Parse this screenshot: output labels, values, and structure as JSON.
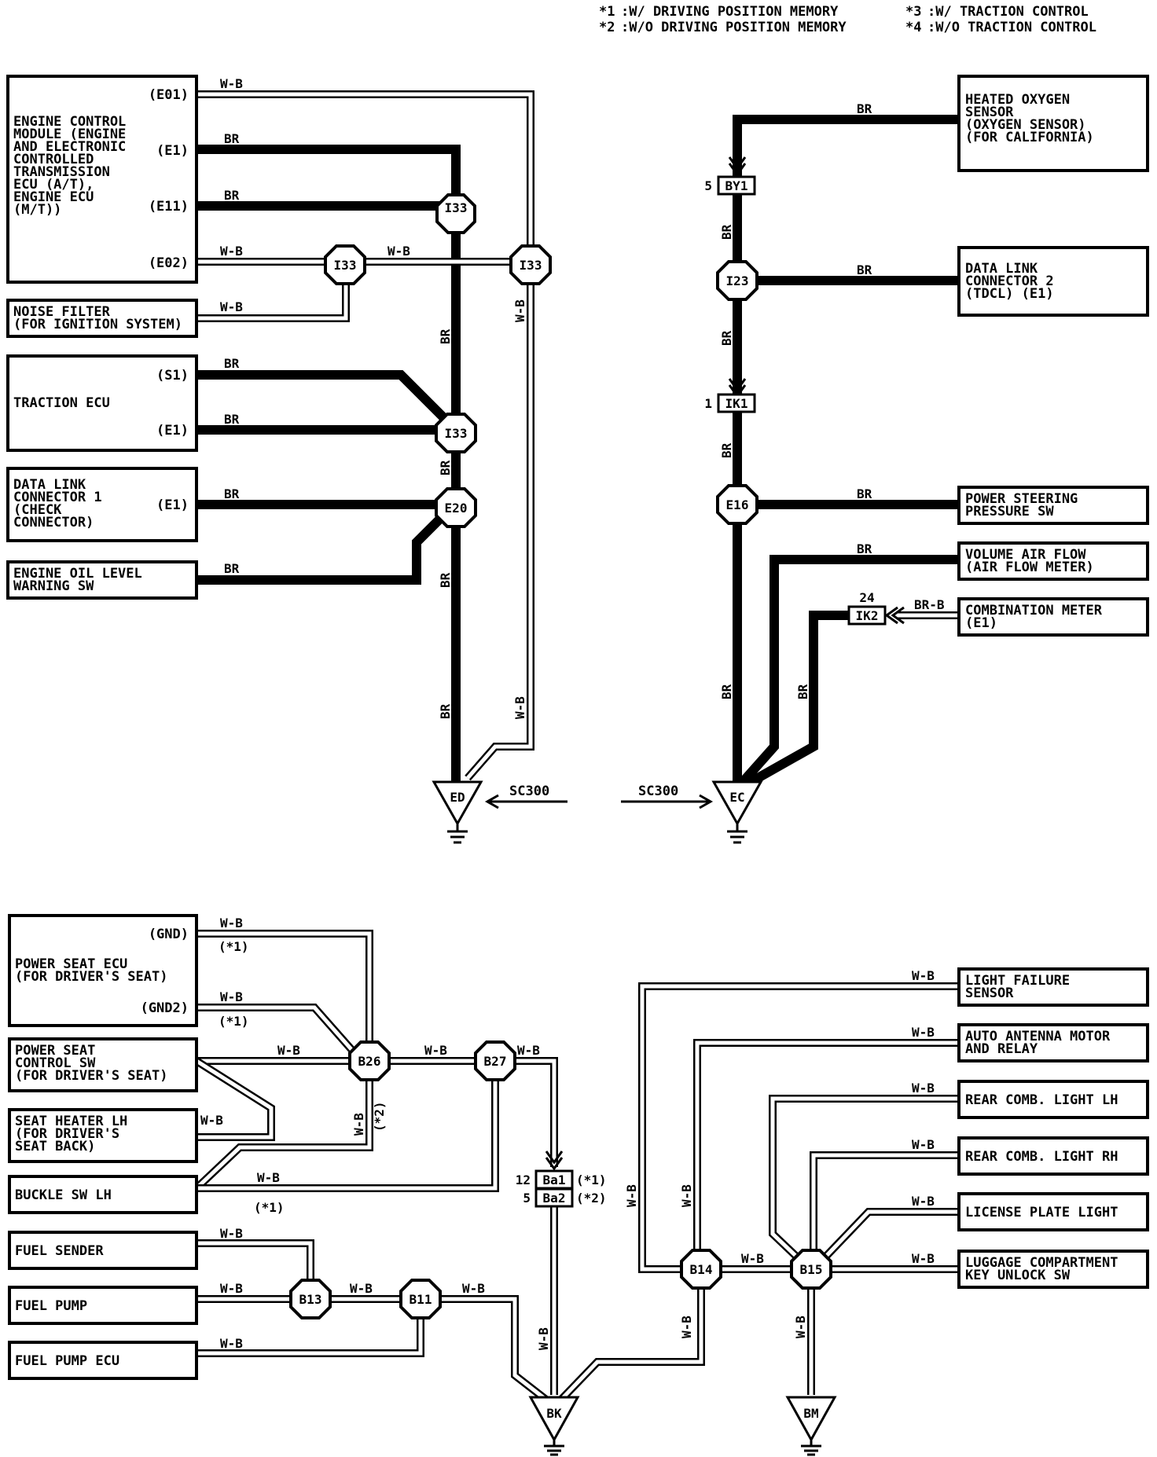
{
  "legend": [
    {
      "mark": "*1",
      "text": ":W/ DRIVING POSITION MEMORY"
    },
    {
      "mark": "*2",
      "text": ":W/O DRIVING POSITION MEMORY"
    },
    {
      "mark": "*3",
      "text": ":W/ TRACTION CONTROL"
    },
    {
      "mark": "*4",
      "text": ":W/O TRACTION CONTROL"
    }
  ],
  "components": {
    "ecm": [
      "ENGINE CONTROL",
      "MODULE (ENGINE",
      "AND ELECTRONIC",
      "CONTROLLED",
      "TRANSMISSION",
      "ECU (A/T),",
      "ENGINE ECU",
      "(M/T))"
    ],
    "noise_filter": [
      "NOISE FILTER",
      "(FOR IGNITION SYSTEM)"
    ],
    "traction_ecu": [
      "TRACTION ECU"
    ],
    "dlc1": [
      "DATA LINK",
      "CONNECTOR 1",
      "(CHECK",
      " CONNECTOR)"
    ],
    "oil_sw": [
      "ENGINE OIL LEVEL",
      "WARNING SW"
    ],
    "o2": [
      "HEATED OXYGEN",
      "SENSOR",
      "(OXYGEN SENSOR)",
      "(FOR CALIFORNIA)"
    ],
    "dlc2": [
      "DATA LINK",
      "CONNECTOR 2",
      "(TDCL) (E1)"
    ],
    "ps_sw": [
      "POWER STEERING",
      "PRESSURE SW"
    ],
    "vaf": [
      "VOLUME AIR FLOW",
      "(AIR FLOW METER)"
    ],
    "comb_meter": [
      "COMBINATION METER",
      "(E1)"
    ],
    "seat_ecu": [
      "POWER SEAT ECU",
      "(FOR DRIVER'S SEAT)"
    ],
    "seat_sw": [
      "POWER SEAT",
      "CONTROL SW",
      "(FOR DRIVER'S SEAT)"
    ],
    "seat_heater": [
      "SEAT HEATER LH",
      "(FOR DRIVER'S",
      " SEAT BACK)"
    ],
    "buckle": [
      "BUCKLE SW LH"
    ],
    "fuel_sender": [
      "FUEL SENDER"
    ],
    "fuel_pump": [
      "FUEL PUMP"
    ],
    "fuel_pump_ecu": [
      "FUEL PUMP ECU"
    ],
    "light_fail": [
      "LIGHT FAILURE",
      "SENSOR"
    ],
    "antenna": [
      "AUTO ANTENNA MOTOR",
      "AND RELAY"
    ],
    "rear_lh": [
      "REAR COMB. LIGHT LH"
    ],
    "rear_rh": [
      "REAR COMB. LIGHT RH"
    ],
    "license": [
      "LICENSE PLATE LIGHT"
    ],
    "luggage": [
      "LUGGAGE COMPARTMENT",
      "KEY UNLOCK SW"
    ]
  },
  "pins": {
    "e01": "(E01)",
    "e1": "(E1)",
    "e11": "(E11)",
    "e02": "(E02)",
    "s1": "(S1)",
    "te1": "(E1)",
    "dlc1_e1": "(E1)",
    "gnd": "(GND)",
    "gnd2": "(GND2)"
  },
  "wires": {
    "br": "BR",
    "wb": "W-B",
    "brb": "BR-B"
  },
  "junctions": {
    "i33": "I33",
    "e20": "E20",
    "i23": "I23",
    "e16": "E16",
    "b26": "B26",
    "b27": "B27",
    "b13": "B13",
    "b11": "B11",
    "b14": "B14",
    "b15": "B15"
  },
  "connectors": {
    "by1": {
      "id": "BY1",
      "pin": "5"
    },
    "ik1": {
      "id": "IK1",
      "pin": "1"
    },
    "ik2": {
      "id": "IK2",
      "pin": "24"
    },
    "ba1": {
      "id": "Ba1",
      "pin": "12",
      "note": "(*1)"
    },
    "ba2": {
      "id": "Ba2",
      "pin": "5",
      "note": "(*2)"
    }
  },
  "grounds": {
    "ed": "ED",
    "ec": "EC",
    "bk": "BK",
    "bm": "BM"
  },
  "notes": {
    "star1": "(*1)",
    "star2": "(*2)",
    "sc300": "SC300"
  }
}
